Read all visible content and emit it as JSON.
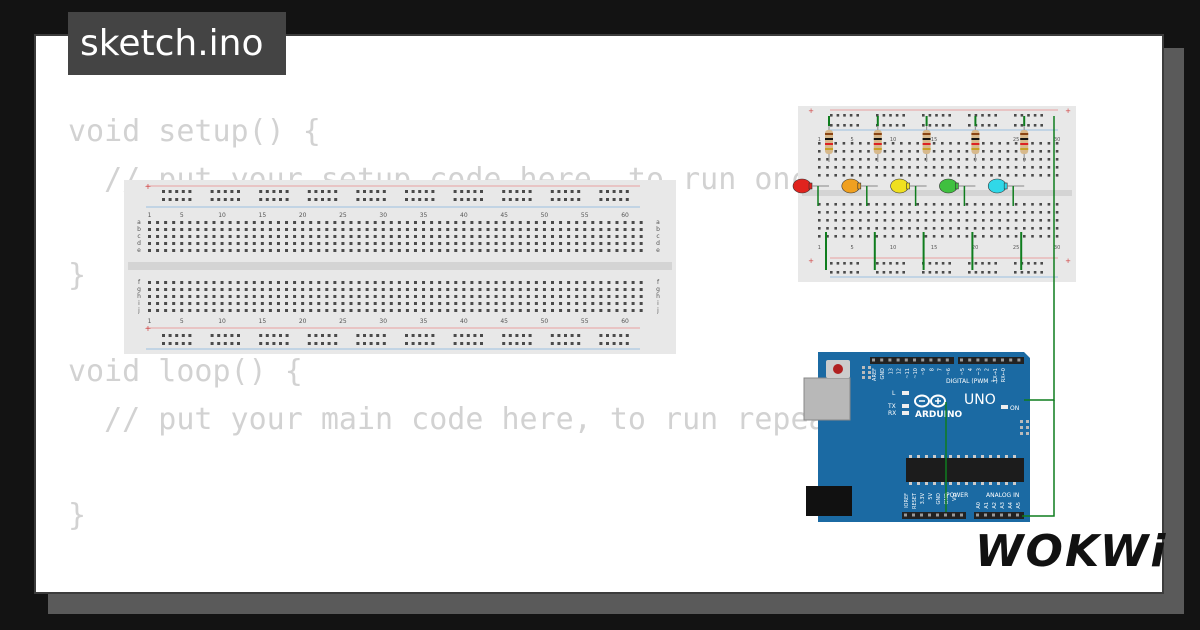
{
  "file_tab": {
    "label": "sketch.ino"
  },
  "code_lines": [
    "void setup() {",
    "  // put your setup code here, to run once:",
    "",
    "}",
    "",
    "void loop() {",
    "  // put your main code here, to run repeatedly:",
    "",
    "}"
  ],
  "breadboard_large": {
    "column_numbers": [
      "1",
      "5",
      "10",
      "15",
      "20",
      "25",
      "30",
      "35",
      "40",
      "45",
      "50",
      "55",
      "60"
    ],
    "row_letters_top": [
      "a",
      "b",
      "c",
      "d",
      "e"
    ],
    "row_letters_bottom": [
      "f",
      "g",
      "h",
      "i",
      "j"
    ]
  },
  "breadboard_small": {
    "column_numbers": [
      "1",
      "5",
      "10",
      "15",
      "20",
      "25",
      "30"
    ],
    "led_colors": [
      "#e0231e",
      "#f0a020",
      "#f0e020",
      "#40c040",
      "#30d8e8"
    ]
  },
  "arduino": {
    "board_name": "UNO",
    "brand": "ARDUINO",
    "digital_label": "DIGITAL (PWM ~)",
    "power_label": "POWER",
    "analog_label": "ANALOG IN",
    "led_labels": [
      "L",
      "TX",
      "RX"
    ],
    "on_label": "ON",
    "board_color": "#1b6aa3",
    "power_pins": [
      "IOREF",
      "RESET",
      "3.3V",
      "5V",
      "GND",
      "GND",
      "Vin"
    ],
    "analog_pins": [
      "A0",
      "A1",
      "A2",
      "A3",
      "A4",
      "A5"
    ],
    "digital_pins": [
      "AREF",
      "GND",
      "13",
      "12",
      "~11",
      "~10",
      "~9",
      "8",
      "7",
      "~6",
      "~5",
      "4",
      "~3",
      "2",
      "TX→1",
      "RX←0"
    ]
  },
  "wire_color": "#0f7d1e",
  "logo": {
    "text": "WOKWi"
  }
}
